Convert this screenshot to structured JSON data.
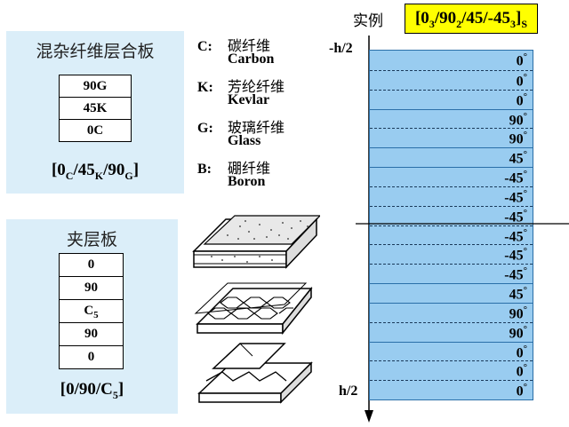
{
  "hybrid": {
    "title": "混杂纤维层合板",
    "layers": [
      "90G",
      "45K",
      "0C"
    ],
    "code": {
      "a": "[0",
      "s1": "C",
      "b": "/45",
      "s2": "K",
      "c": "/90",
      "s3": "G",
      "d": "]"
    }
  },
  "sandwich": {
    "title": "夹层板",
    "layers": [
      {
        "main": "0",
        "sub": ""
      },
      {
        "main": "90",
        "sub": ""
      },
      {
        "main": "C",
        "sub": "5"
      },
      {
        "main": "90",
        "sub": ""
      },
      {
        "main": "0",
        "sub": ""
      }
    ],
    "code": {
      "a": "[0/90/C",
      "s": "5",
      "b": "]"
    }
  },
  "legend": [
    {
      "key": "C:",
      "zh": "碳纤维",
      "en": "Carbon"
    },
    {
      "key": "K:",
      "zh": "芳纶纤维",
      "en": "Kevlar"
    },
    {
      "key": "G:",
      "zh": "玻璃纤维",
      "en": "Glass"
    },
    {
      "key": "B:",
      "zh": "硼纤维",
      "en": "Boron"
    }
  ],
  "example": {
    "label": "实例",
    "code": {
      "a": "[0",
      "s1": "3",
      "b": "/90",
      "s2": "2",
      "c": "/45/-45",
      "s3": "3",
      "d": "]",
      "s4": "S"
    }
  },
  "laminate": {
    "top_label": "-h/2",
    "bottom_label": "h/2",
    "degree_symbol": "°",
    "plies": [
      "0",
      "0",
      "0",
      "90",
      "90",
      "45",
      "-45",
      "-45",
      "-45",
      "-45",
      "-45",
      "-45",
      "45",
      "90",
      "90",
      "0",
      "0",
      "0"
    ],
    "fill_color": "#99ccf0",
    "panel_color": "#dbeef9"
  }
}
